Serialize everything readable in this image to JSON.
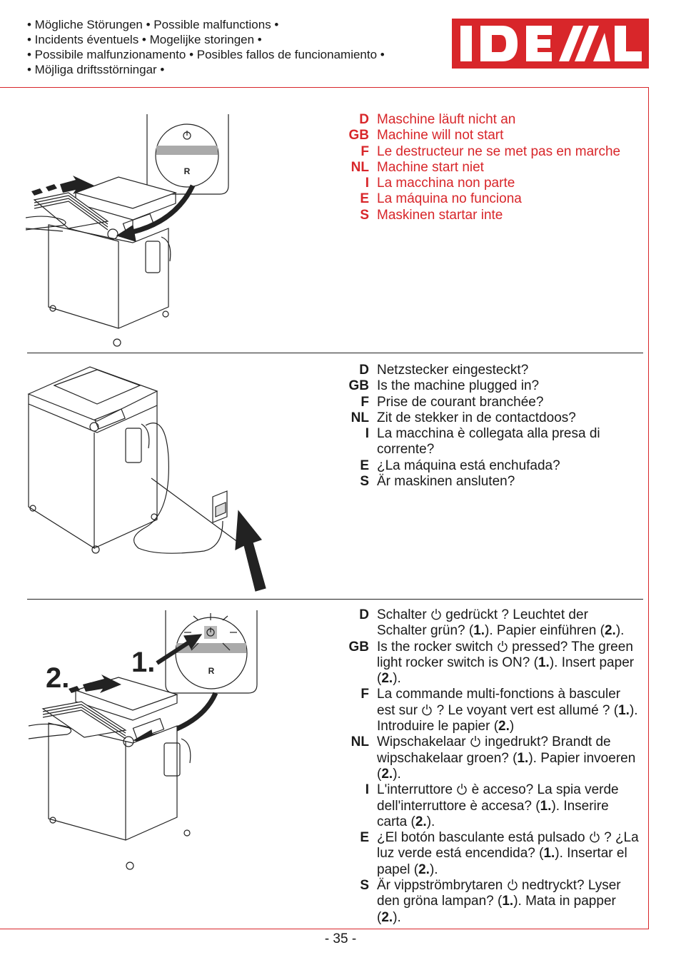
{
  "header": {
    "lines": [
      "• Mögliche Störungen • Possible malfunctions •",
      "• Incidents éventuels • Mogelijke storingen •",
      "• Possibile malfunzionamento • Posibles fallos de funcionamiento •",
      "• Möjliga driftsstörningar •"
    ]
  },
  "logo": {
    "text": "IDEAL",
    "color": "#d8262a"
  },
  "section1": {
    "items": [
      {
        "code": "D",
        "text": "Maschine läuft nicht an"
      },
      {
        "code": "GB",
        "text": "Machine will not start"
      },
      {
        "code": "F",
        "text": "Le destructeur ne se met pas en marche"
      },
      {
        "code": "NL",
        "text": "Machine start niet"
      },
      {
        "code": "I",
        "text": "La macchina non parte"
      },
      {
        "code": "E",
        "text": "La máquina no funciona"
      },
      {
        "code": "S",
        "text": "Maskinen startar inte"
      }
    ]
  },
  "section2": {
    "items": [
      {
        "code": "D",
        "text": "Netzstecker eingesteckt?"
      },
      {
        "code": "GB",
        "text": "Is the machine plugged in?"
      },
      {
        "code": "F",
        "text": "Prise de courant branchée?"
      },
      {
        "code": "NL",
        "text": "Zit de stekker in de contactdoos?"
      },
      {
        "code": "I",
        "text": "La macchina è collegata alla presa di corrente?"
      },
      {
        "code": "E",
        "text": "¿La máquina está enchufada?"
      },
      {
        "code": "S",
        "text": "Är maskinen ansluten?"
      }
    ]
  },
  "section3": {
    "items": [
      {
        "code": "D",
        "a": "Schalter",
        "b": "gedrückt ? Leuchtet der Schalter grün? (",
        "n1": "1.",
        "c": "). Papier einführen (",
        "n2": "2.",
        "d": ")."
      },
      {
        "code": "GB",
        "a": "Is the rocker switch",
        "b": "pressed? The green light rocker switch is ON? (",
        "n1": "1.",
        "c": "). Insert paper (",
        "n2": "2.",
        "d": ")."
      },
      {
        "code": "F",
        "a": "La commande multi-fonctions à basculer est  sur",
        "b": "? Le voyant vert est allumé ? (",
        "n1": "1.",
        "c": "). Introduire le papier (",
        "n2": "2.",
        "d": ")"
      },
      {
        "code": "NL",
        "a": "Wipschakelaar",
        "b": "ingedrukt? Brandt de wipschakelaar groen? (",
        "n1": "1.",
        "c": "). Papier invoeren (",
        "n2": "2.",
        "d": ")."
      },
      {
        "code": "I",
        "a": "L'interruttore",
        "b": "è acceso? La spia verde dell'interruttore è accesa? (",
        "n1": "1.",
        "c": "). Inserire carta (",
        "n2": "2.",
        "d": ")."
      },
      {
        "code": "E",
        "a": "¿El botón basculante está pulsado",
        "b": "? ¿La luz verde está encendida? (",
        "n1": "1.",
        "c": "). Insertar el papel (",
        "n2": "2.",
        "d": ")."
      },
      {
        "code": "S",
        "a": "Är vippströmbrytaren",
        "b": "nedtryckt? Lyser den gröna lampan? (",
        "n1": "1.",
        "c": "). Mata in papper  (",
        "n2": "2.",
        "d": ")."
      }
    ]
  },
  "illustration": {
    "switch_label": "R",
    "step1_label": "1.",
    "step2_label": "2."
  },
  "footer": {
    "page_number": "- 35 -"
  }
}
